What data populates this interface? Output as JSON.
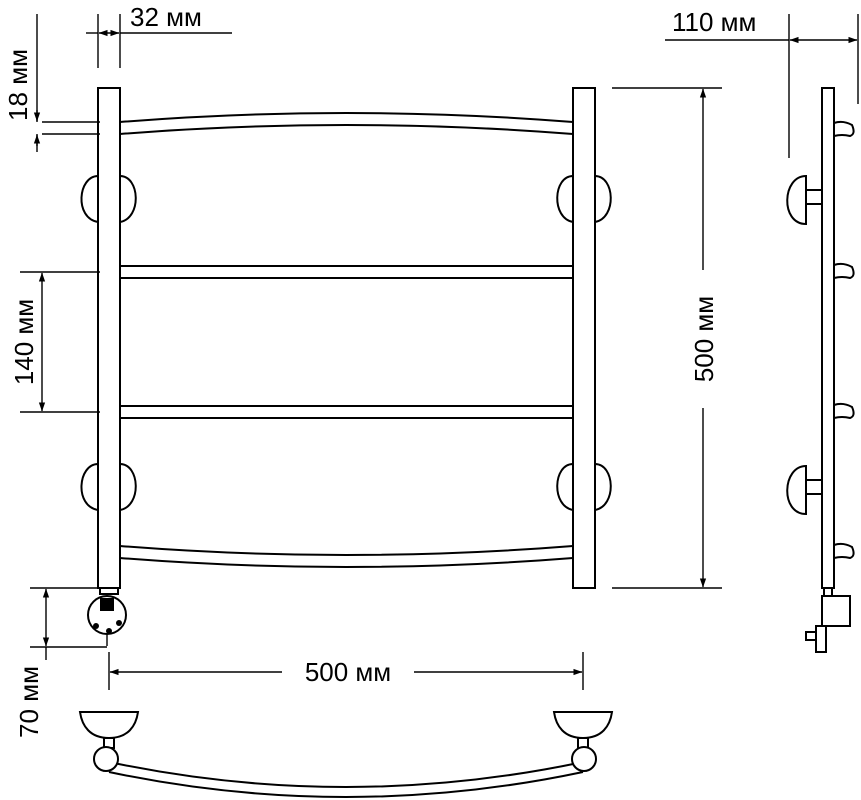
{
  "dimensions": {
    "bar_width": "32 мм",
    "top_offset": "18 мм",
    "rung_spacing": "140 мм",
    "total_height": "500 мм",
    "wall_distance": "110 мм",
    "center_width": "500 мм",
    "heater_offset": "70 мм"
  },
  "colors": {
    "line": "#000000",
    "background": "#ffffff"
  }
}
